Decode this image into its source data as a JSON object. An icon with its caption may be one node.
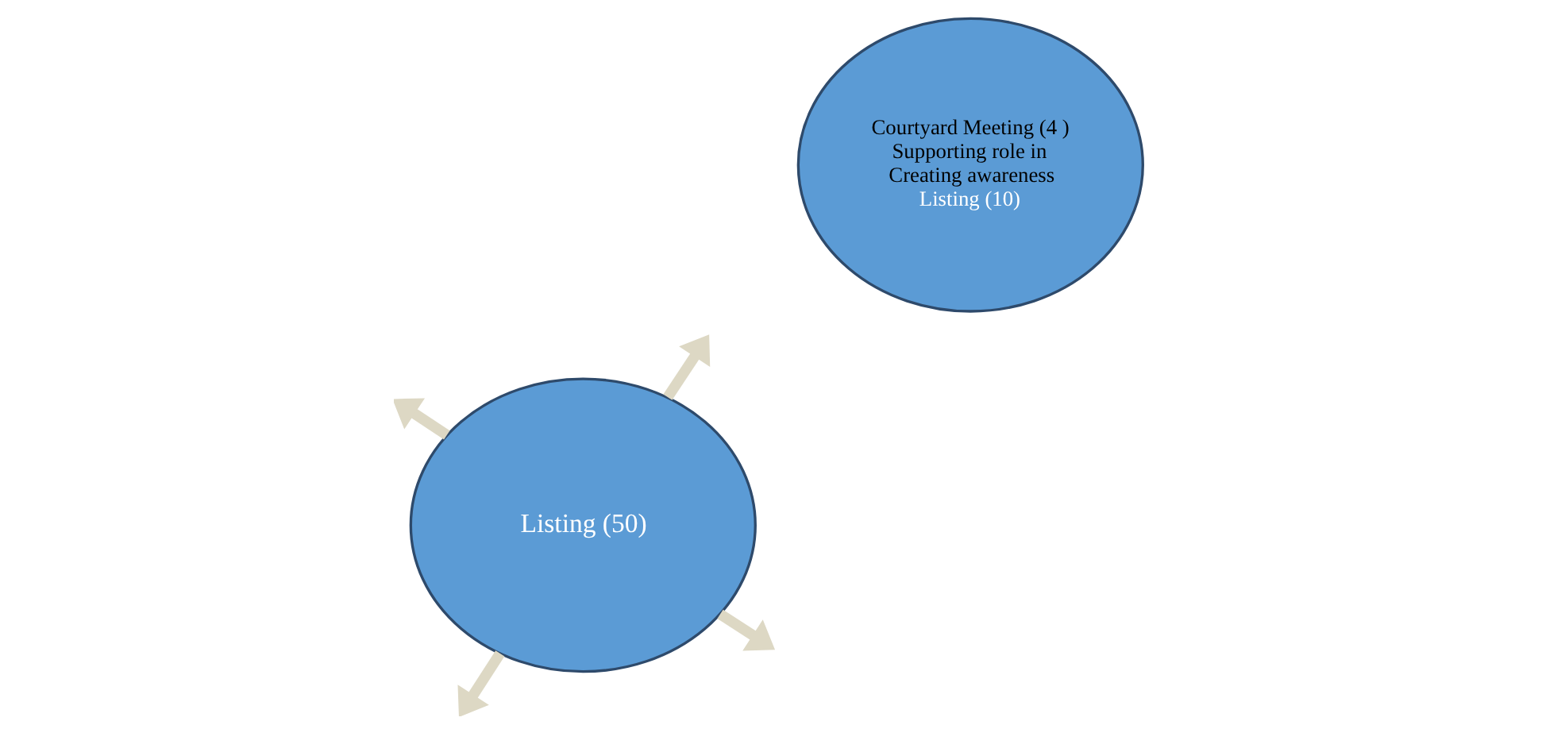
{
  "diagram": {
    "nodes": [
      {
        "text": [
          "Courtyard Meeting (4 ) Supporting role in Creating awareness",
          "Listing (10)"
        ]
      },
      {
        "text": [
          "Listing (50)"
        ]
      }
    ],
    "edges": [
      {
        "from": 1,
        "to": null,
        "arrow": "to"
      },
      {
        "from": 1,
        "to": null,
        "arrow": "to"
      },
      {
        "from": 1,
        "to": null,
        "arrow": "to"
      },
      {
        "from": 1,
        "to": null,
        "arrow": "to"
      }
    ]
  }
}
